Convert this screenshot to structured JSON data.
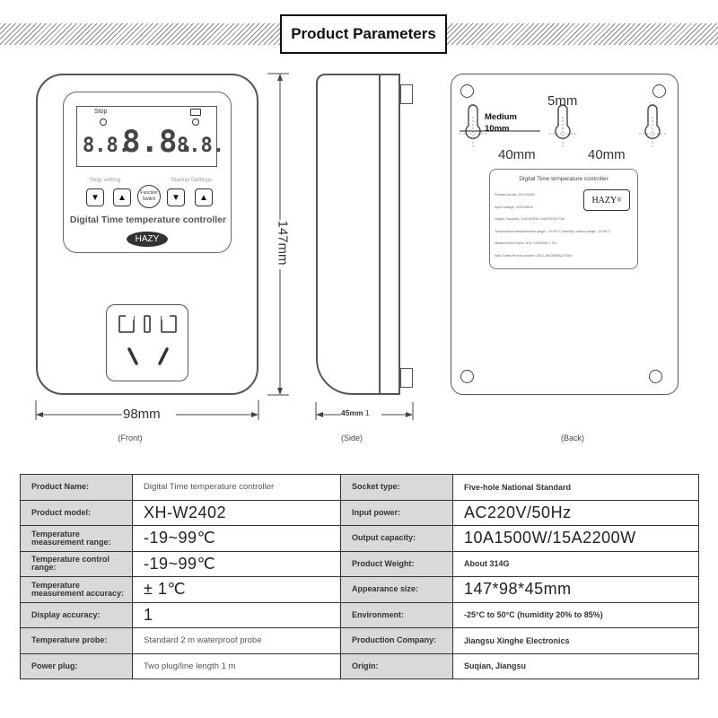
{
  "header": {
    "title": "Product Parameters"
  },
  "front": {
    "stop_label": "Stop",
    "display_digits": {
      "left": "8.8.",
      "middle": "8.8.",
      "right": "8.8."
    },
    "stop_setting_label": "Stop setting",
    "startup_settings_label": "Startup Settings",
    "function_switch_label": "Function Switch",
    "controller_name": "Digital Time temperature controller",
    "brand": "HAZY",
    "width_dimension": "98mm",
    "view_label": "(Front)"
  },
  "side": {
    "height_dimension": "147mm",
    "depth_dimension": "45mm",
    "view_label": "(Side)"
  },
  "back": {
    "hole_medium_label": "Medium",
    "hole_size_label": "10mm",
    "slot_width": "5mm",
    "spacing_left": "40mm",
    "spacing_right": "40mm",
    "label_title": "Digital Time temperature controller",
    "label_brand": "HAZY",
    "label_brand_mark": "®",
    "label_lines": [
      "Product Model: XH-W2402",
      "Input voltage: 220V/50Hz",
      "Output Capacity: 10A/1500W 15A/2200W Port",
      "Temperature measurement range: -19-99°C humidity control range: -19-99°C",
      "Measurement input: NTC 10K/3950 × 2m",
      "After-Sales Phone number: 0521-88120888(27200)"
    ],
    "view_label": "(Back)"
  },
  "table": {
    "rows": [
      {
        "l1": "Product Name:",
        "v1": "Digital Time temperature controller",
        "l2": "Socket type:",
        "v2": "Five-hole National Standard"
      },
      {
        "l1": "Product model:",
        "v1": "XH-W2402",
        "l2": "Input power:",
        "v2": "AC220V/50Hz"
      },
      {
        "l1": "Temperature measurement range:",
        "v1": "-19~99℃",
        "l2": "Output capacity:",
        "v2": "10A1500W/15A2200W"
      },
      {
        "l1": "Temperature control range:",
        "v1": "-19~99℃",
        "l2": "Product Weight:",
        "v2": "About 314G"
      },
      {
        "l1": "Temperature measurement accuracy:",
        "v1": "± 1℃",
        "l2": "Appearance size:",
        "v2": "147*98*45mm"
      },
      {
        "l1": "Display accuracy:",
        "v1": "1",
        "l2": "Environment:",
        "v2": "-25°C to 50°C (humidity 20% to 85%)"
      },
      {
        "l1": "Temperature probe:",
        "v1": "Standard 2 m waterproof probe",
        "l2": "Production Company:",
        "v2": "Jiangsu Xinghe Electronics"
      },
      {
        "l1": "Power plug:",
        "v1": "Two plug/line length 1 m",
        "l2": "Origin:",
        "v2": "Suqian, Jiangsu"
      }
    ]
  }
}
